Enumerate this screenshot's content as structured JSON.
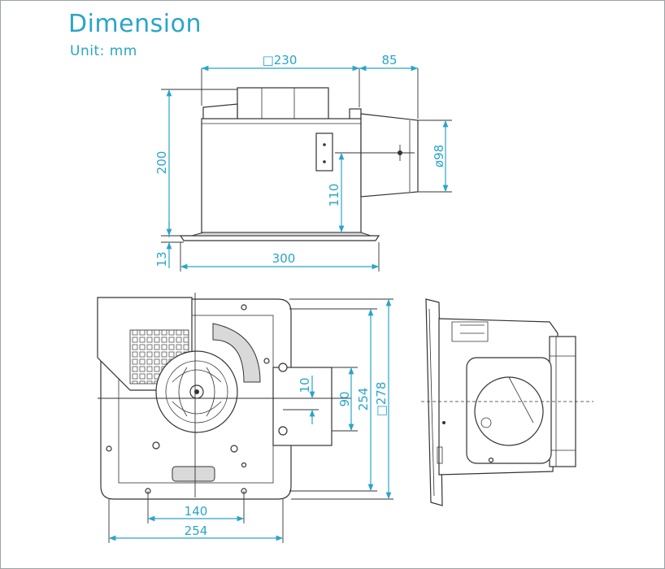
{
  "header": {
    "title": "Dimension",
    "unit": "Unit: mm"
  },
  "dimensions": {
    "top_width": "□230",
    "duct_length": "85",
    "height": "200",
    "duct_diameter": "ø98",
    "duct_center_height": "110",
    "panel_thickness": "13",
    "panel_width": "300",
    "outlet_offset": "10",
    "outlet_height": "90",
    "body_depth": "254",
    "panel_depth": "□278",
    "mount_spacing": "140",
    "body_width": "254"
  },
  "colors": {
    "accent": "#2aa5c8",
    "line": "#333333",
    "frame": "#9aa3a8"
  }
}
